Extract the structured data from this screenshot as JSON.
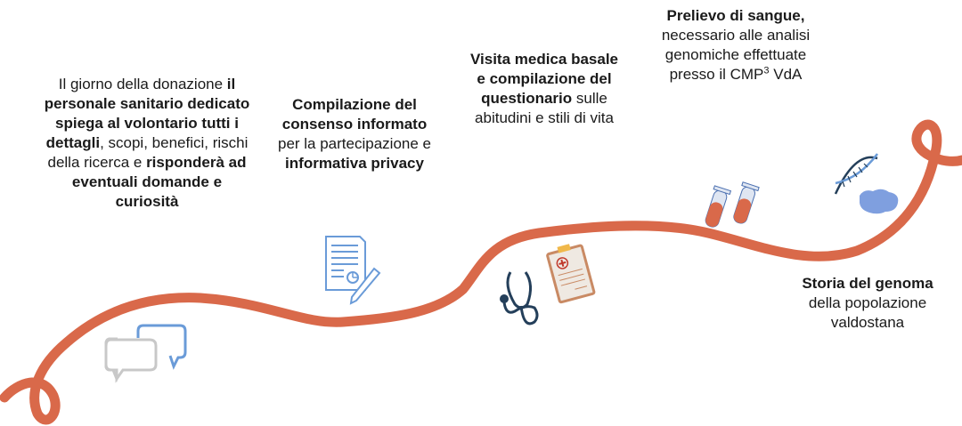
{
  "colors": {
    "ribbon": "#d9694a",
    "icon_blue": "#6a9bd8",
    "icon_gray": "#c8c8c8",
    "dark_navy": "#243f5a"
  },
  "steps": [
    {
      "segments": [
        {
          "text": "Il giorno della donazione ",
          "bold": false
        },
        {
          "text": "il personale sanitario dedicato spiega al volontario tutti i dettagli",
          "bold": true
        },
        {
          "text": ", scopi, benefici, rischi della ricerca e ",
          "bold": false
        },
        {
          "text": "risponderà ad eventuali domande e curiosità",
          "bold": true
        }
      ],
      "icon": "speech-bubbles-icon"
    },
    {
      "segments": [
        {
          "text": "Compilazione del consenso informato",
          "bold": true
        },
        {
          "text": " per la partecipazione e ",
          "bold": false
        },
        {
          "text": "informativa privacy",
          "bold": true
        }
      ],
      "icon": "document-pen-icon"
    },
    {
      "segments": [
        {
          "text": "Visita medica basale e compilazione del questionario",
          "bold": true
        },
        {
          "text": " sulle abitudini e stili di vita",
          "bold": false
        }
      ],
      "icon": "stethoscope-clipboard-icon"
    },
    {
      "segments": [
        {
          "text": "Prelievo di sangue,",
          "bold": true
        },
        {
          "text": " necessario alle analisi genomiche effettuate presso il CMP",
          "bold": false
        },
        {
          "text": "3",
          "bold": false,
          "sup": true
        },
        {
          "text": " VdA",
          "bold": false
        }
      ],
      "icon": "blood-tubes-icon"
    },
    {
      "segments": [
        {
          "text": "Storia del genoma",
          "bold": true
        },
        {
          "text": " della popolazione valdostana",
          "bold": false
        }
      ],
      "icon": "dna-map-icon"
    }
  ]
}
